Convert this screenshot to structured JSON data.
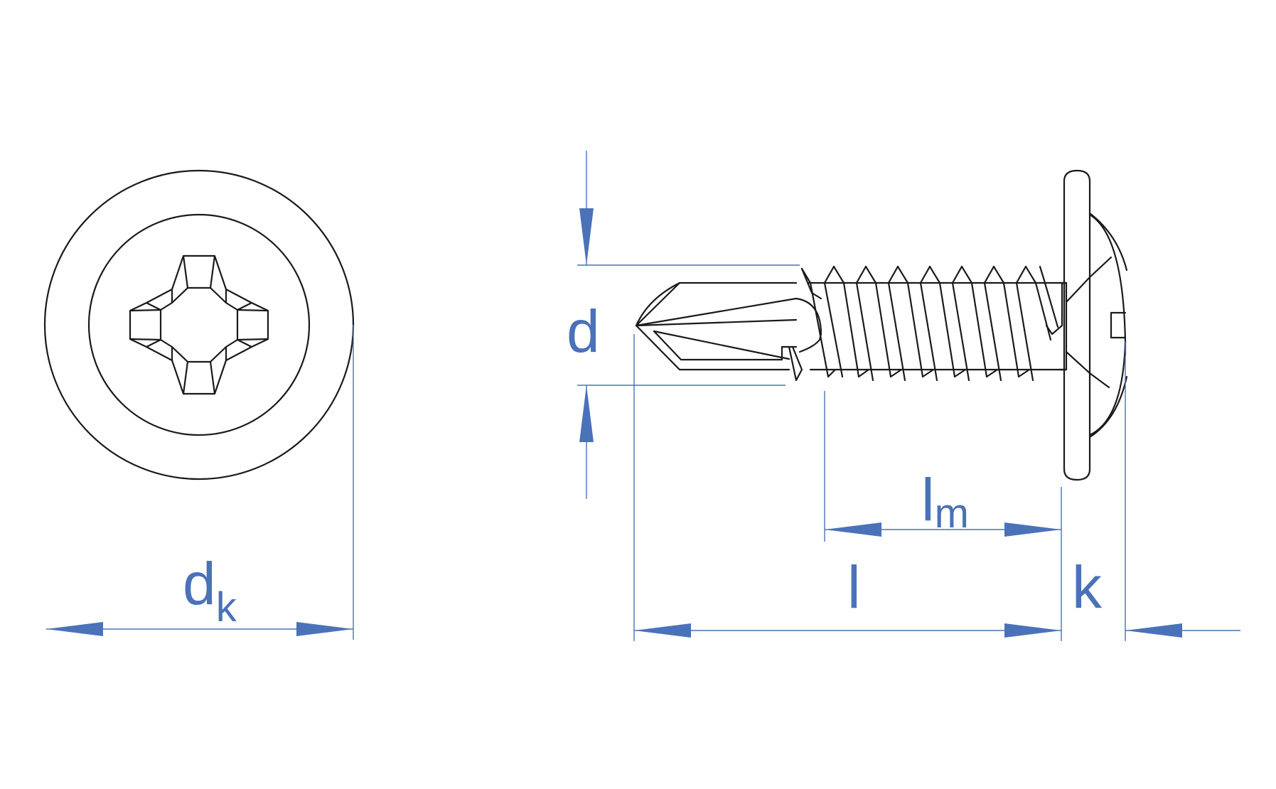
{
  "colors": {
    "outline": "#1a1a1a",
    "dimension": "#4a72b8",
    "background": "#ffffff"
  },
  "labels": {
    "head_diameter_main": "d",
    "head_diameter_sub": "k",
    "thread_diameter": "d",
    "thread_length_main": "l",
    "thread_length_sub": "m",
    "total_length": "l",
    "head_height": "k"
  }
}
